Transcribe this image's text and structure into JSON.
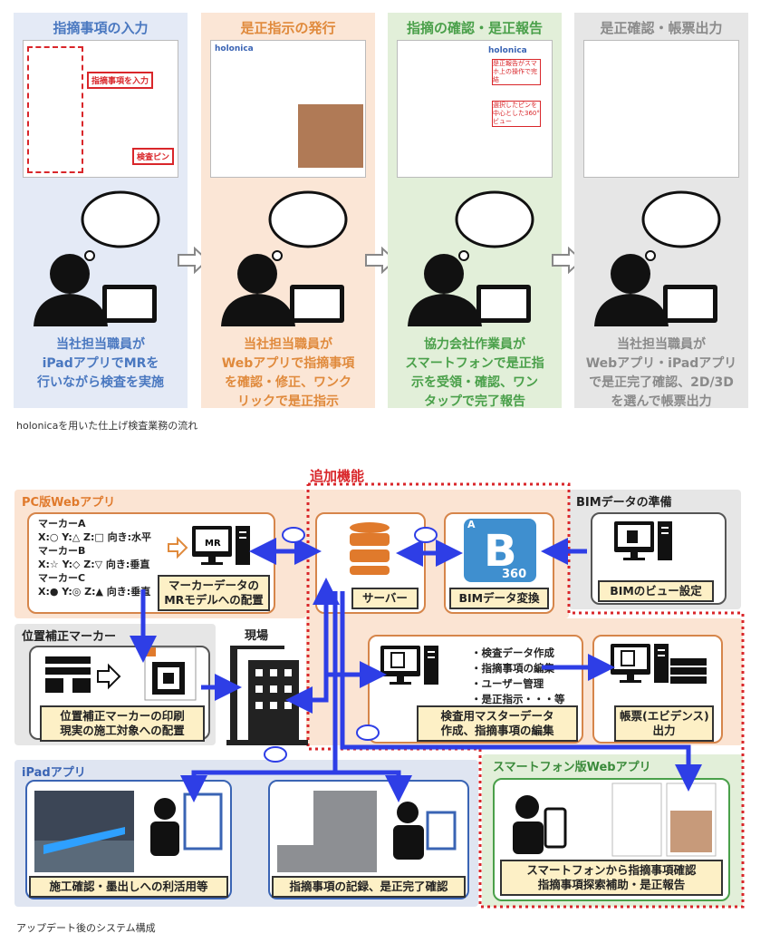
{
  "flow": {
    "caption": "holonicaを用いた仕上げ検査業務の流れ",
    "steps": [
      {
        "title": "指摘事項の入力",
        "lines": [
          "当社担当職員が",
          "iPadアプリでMRを",
          "行いながら検査を実施"
        ],
        "color": "#4a78c0",
        "bg": "#e4eaf6"
      },
      {
        "title": "是正指示の発行",
        "lines": [
          "当社担当職員が",
          "Webアプリで指摘事項",
          "を確認・修正、ワンク",
          "リックで是正指示"
        ],
        "color": "#e08a3c",
        "bg": "#fbe6d6"
      },
      {
        "title": "指摘の確認・是正報告",
        "lines": [
          "協力会社作業員が",
          "スマートフォンで是正指",
          "示を受領・確認、ワン",
          "タップで完了報告"
        ],
        "color": "#4aa04a",
        "bg": "#e2efd9"
      },
      {
        "title": "是正確認・帳票出力",
        "lines": [
          "当社担当職員が",
          "Webアプリ・iPadアプリ",
          "で是正完了確認、2D/3D",
          "を選んで帳票出力"
        ],
        "color": "#8a8a8a",
        "bg": "#e6e6e6"
      }
    ],
    "shot1": {
      "callout_input": "指摘事項を入力",
      "callout_pin": "検査ピン"
    },
    "shot2": {
      "app": "holonica"
    },
    "shot3": {
      "app": "holonica",
      "callout_a": "是正報告がスマホ上の操作で完結",
      "callout_b": "選択したピンを中心とした360°ビュー"
    }
  },
  "system": {
    "caption": "アップデート後のシステム構成",
    "added_feature": "追加機能",
    "pc_web": "PC版Webアプリ",
    "markers_text": "マーカーA\nX:○ Y:△ Z:□ 向き:水平\nマーカーB\nX:☆ Y:◇ Z:▽ 向き:垂直\nマーカーC\nX:● Y:◎ Z:▲ 向き:垂直",
    "mr_badge": "MR",
    "marker_placement": "マーカーデータの\nMRモデルへの配置",
    "server": "サーバー",
    "bim_convert": "BIMデータ変換",
    "bim_badge": "360",
    "bim_prep": "BIMデータの準備",
    "bim_view": "BIMのビュー設定",
    "pos_marker": "位置補正マーカー",
    "pos_marker_label": "位置補正マーカーの印刷\n現実の施工対象への配置",
    "site": "現場",
    "master_items": "・検査データ作成\n・指摘事項の編集\n・ユーザー管理\n・是正指示・・・等",
    "master_label": "検査用マスターデータ\n作成、指摘事項の編集",
    "report_label": "帳票(エビデンス)\n出力",
    "ipad": "iPadアプリ",
    "ipad_left": "施工確認・墨出しへの利活用等",
    "ipad_right": "指摘事項の記録、是正完了確認",
    "smartphone": "スマートフォン版Webアプリ",
    "smartphone_label": "スマートフォンから指摘事項確認\n指摘事項探索補助・是正報告",
    "tag_a": "A"
  }
}
